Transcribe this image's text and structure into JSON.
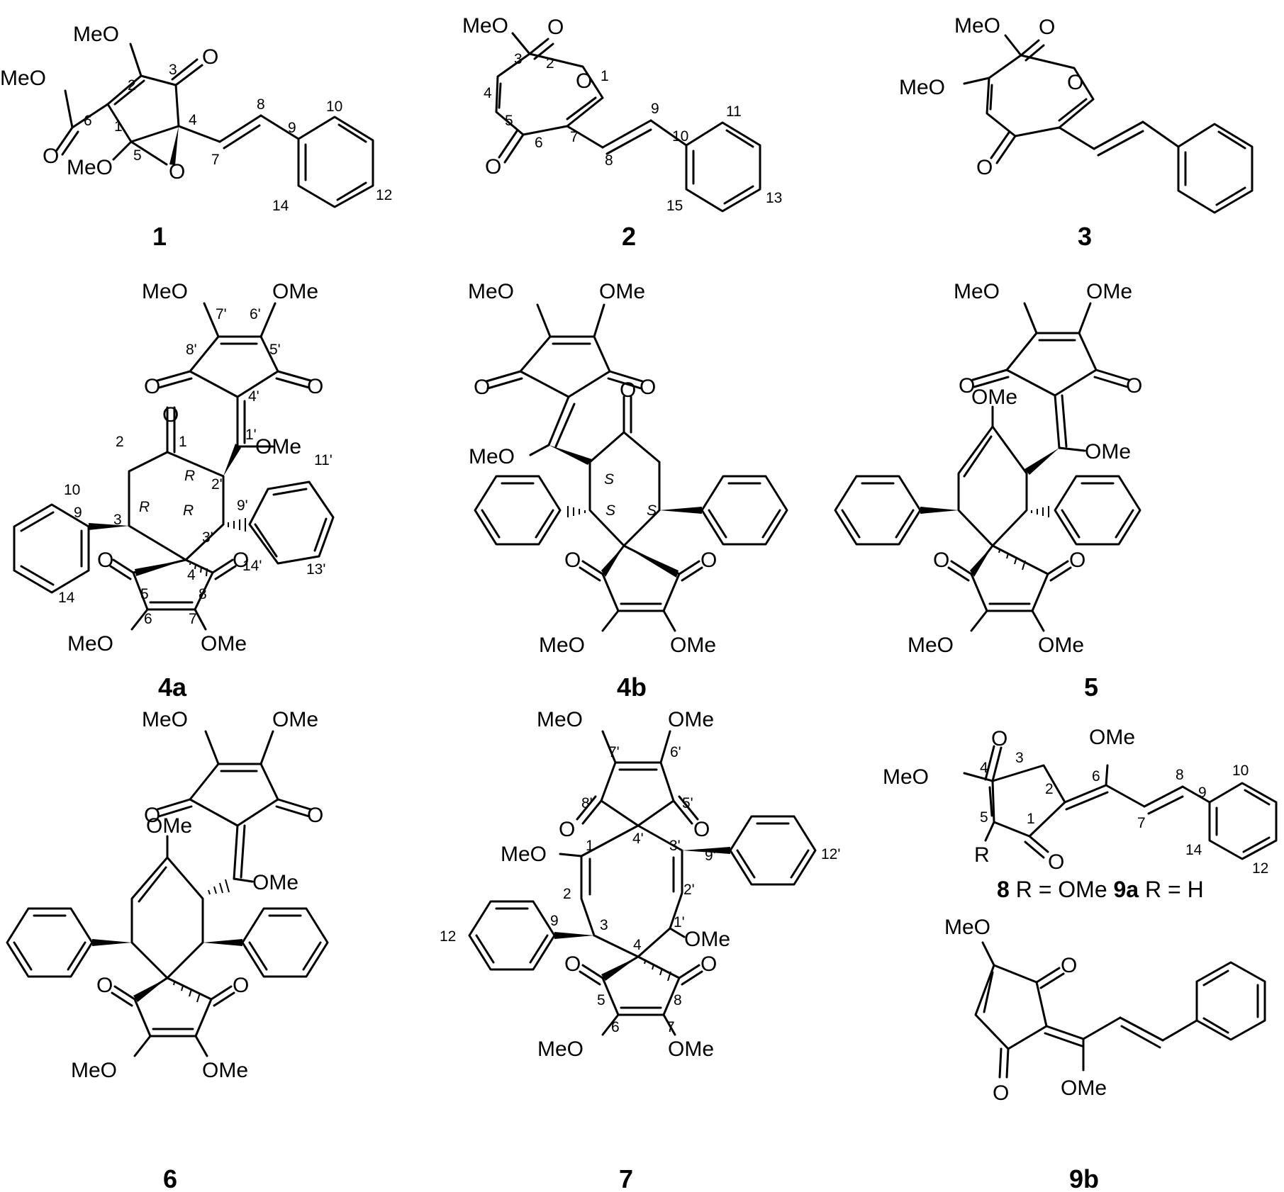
{
  "compounds": [
    {
      "id": "1",
      "atom_numbers": [
        "1",
        "2",
        "3",
        "4",
        "5",
        "6",
        "7",
        "8",
        "9",
        "10",
        "12",
        "14"
      ],
      "groups": [
        "MeO",
        "MeO",
        "MeO",
        "O",
        "O",
        "O"
      ]
    },
    {
      "id": "2",
      "atom_numbers": [
        "1",
        "2",
        "3",
        "4",
        "5",
        "6",
        "7",
        "8",
        "9",
        "10",
        "11",
        "13",
        "15"
      ],
      "groups": [
        "MeO",
        "O",
        "O",
        "O"
      ]
    },
    {
      "id": "3",
      "atom_numbers": [],
      "groups": [
        "MeO",
        "MeO",
        "O",
        "O",
        "O"
      ]
    },
    {
      "id": "4a",
      "atom_numbers": [
        "1",
        "2",
        "3",
        "4",
        "5",
        "6",
        "7",
        "8",
        "9",
        "10",
        "14",
        "1'",
        "2'",
        "3'",
        "4'",
        "5'",
        "6'",
        "7'",
        "8'",
        "9'",
        "11'",
        "13'",
        "14'"
      ],
      "stereo_labels": [
        "R",
        "R",
        "R"
      ],
      "groups": [
        "MeO",
        "OMe",
        "OMe",
        "MeO",
        "OMe",
        "O",
        "O",
        "O",
        "O",
        "O"
      ]
    },
    {
      "id": "4b",
      "atom_numbers": [],
      "stereo_labels": [
        "S",
        "S",
        "S"
      ],
      "groups": [
        "MeO",
        "OMe",
        "MeO",
        "MeO",
        "OMe",
        "O",
        "O",
        "O",
        "O",
        "O"
      ]
    },
    {
      "id": "5",
      "atom_numbers": [],
      "groups": [
        "MeO",
        "OMe",
        "OMe",
        "OMe",
        "MeO",
        "OMe",
        "O",
        "O",
        "O",
        "O"
      ]
    },
    {
      "id": "6",
      "atom_numbers": [],
      "groups": [
        "MeO",
        "OMe",
        "OMe",
        "OMe",
        "MeO",
        "OMe",
        "O",
        "O",
        "O",
        "O"
      ]
    },
    {
      "id": "7",
      "atom_numbers": [
        "1",
        "2",
        "3",
        "4",
        "5",
        "6",
        "7",
        "8",
        "9",
        "12",
        "1'",
        "2'",
        "3'",
        "4'",
        "5'",
        "6'",
        "7'",
        "8'",
        "9'",
        "12'"
      ],
      "groups": [
        "MeO",
        "OMe",
        "MeO",
        "OMe",
        "MeO",
        "OMe",
        "O",
        "O",
        "O",
        "O"
      ]
    },
    {
      "id": "8",
      "caption": [
        "8",
        " R = OMe ",
        "9a",
        " R = H"
      ],
      "atom_numbers": [
        "1",
        "2",
        "3",
        "4",
        "5",
        "6",
        "7",
        "8",
        "9",
        "10",
        "12",
        "14"
      ],
      "groups": [
        "MeO",
        "OMe",
        "R",
        "O",
        "O"
      ]
    },
    {
      "id": "9b",
      "atom_numbers": [],
      "groups": [
        "MeO",
        "OMe",
        "O",
        "O"
      ]
    }
  ]
}
